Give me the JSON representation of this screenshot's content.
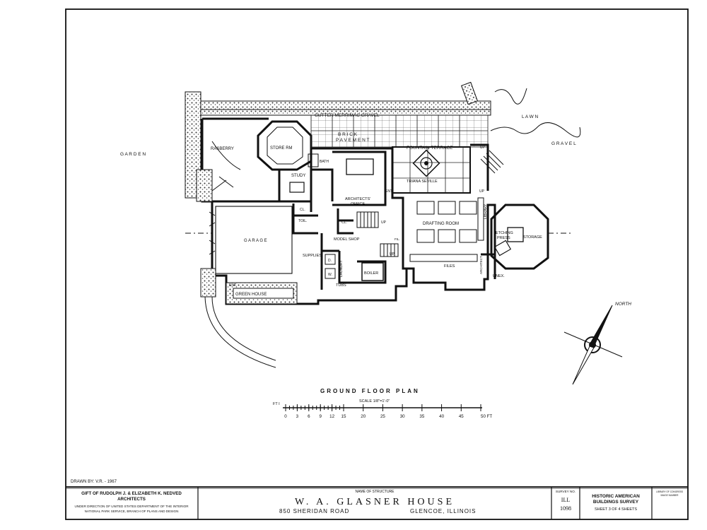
{
  "plan": {
    "title": "GROUND FLOOR PLAN",
    "scale_label": "SCALE 1/8\"=1'-0\"",
    "scale_unit_left": "FT I",
    "scale_ticks": [
      "0",
      "3",
      "6",
      "9",
      "12",
      "15",
      "20",
      "25",
      "30",
      "35",
      "40",
      "45",
      "50 FT"
    ],
    "north_label": "NORTH",
    "drawn_by": "DRAWN BY: V.R. - 1967"
  },
  "rooms": {
    "garden": "G A R D E N",
    "lawn": "L A W N",
    "gravel": "G R A V E L",
    "gutter": "GUTTER  MERRIMAC GRAVEL",
    "brick": "B R I C K",
    "pavement": "P A V E M E N T",
    "fountain_terrace": "FOUNTAIN  TERRACE",
    "rasberry": "RASBERRY",
    "store_rm": "STORE RM",
    "study": "STUDY",
    "bath": "BATH",
    "triana": "TRIANA SEVILLE",
    "ent_top": "ENT.",
    "architects_office_1": "ARCHITECTS'",
    "architects_office_2": "OFFICE",
    "cl_1": "CL.",
    "cl_2": "CL.",
    "toil": "TOIL.",
    "up_1": "UP",
    "up_2": "UP",
    "up_3": "UP",
    "up_4": "UP",
    "drafting_room": "DRAFTING ROOM",
    "library": "LIBRARY",
    "etching_press_1": "ETCHING",
    "etching_press_2": "PRESS",
    "storage": "STORAGE",
    "garage": "G A R A G E",
    "model_shop": "MODEL SHOP",
    "supplies": "SUPPLIES",
    "d": "D.",
    "w": "W.",
    "laundry": "LAUNDRY",
    "boiler": "BOILER",
    "tubs": "TUBS",
    "files": "FILES",
    "architect": "ARCHITECT",
    "unex": "UNEX.",
    "ent_bottom": "ENT.",
    "green_house": "GREEN HOUSE",
    "fil": "FIL."
  },
  "title_block": {
    "gift_line": "GIFT OF RUDOLPH J. & ELIZABETH K. NEDVED",
    "architects": "ARCHITECTS",
    "direction_1": "UNDER DIRECTION OF UNITED STATES DEPARTMENT OF THE INTERIOR",
    "direction_2": "NATIONAL PARK SERVICE, BRANCH OF PLANS AND DESIGN",
    "name_label": "NAME OF STRUCTURE",
    "structure_name": "W. A. GLASNER HOUSE",
    "address": "850 SHERIDAN ROAD",
    "city": "GLENCOE, ILLINOIS",
    "survey_label": "SURVEY NO.",
    "survey_state": "ILL",
    "survey_number": "1098",
    "habs_1": "HISTORIC AMERICAN",
    "habs_2": "BUILDINGS SURVEY",
    "sheet_info": "SHEET 3 OF 4 SHEETS",
    "loc_1": "LIBRARY OF CONGRESS",
    "loc_2": "IMAGE NUMBER"
  }
}
